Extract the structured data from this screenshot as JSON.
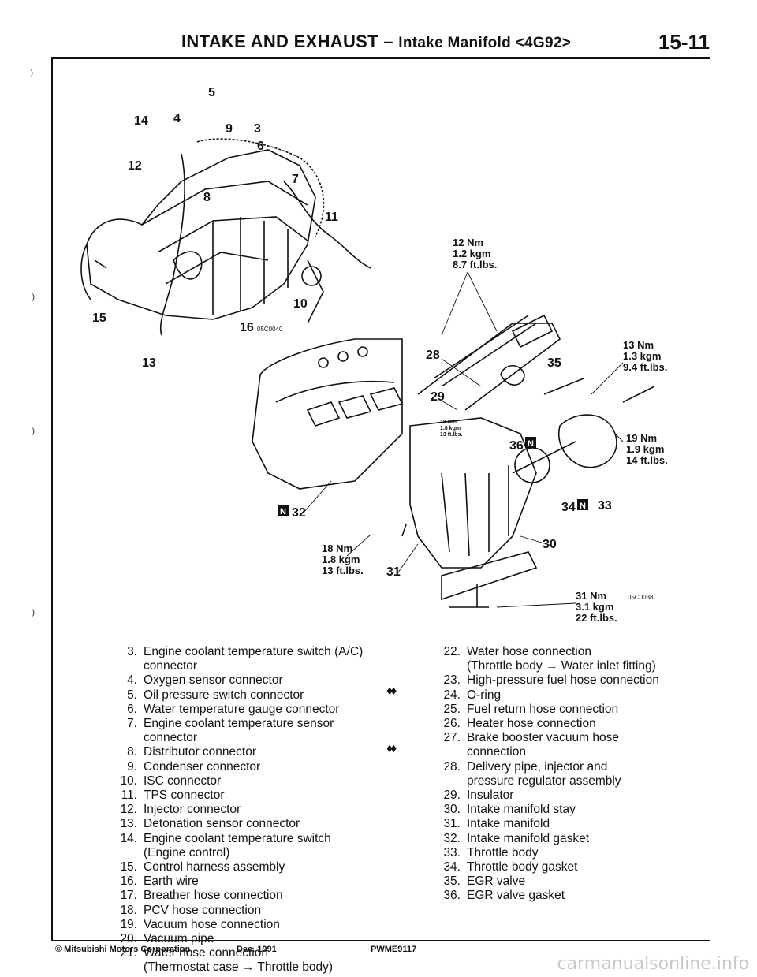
{
  "header": {
    "title": "INTAKE AND EXHAUST",
    "separator": "–",
    "subtitle": "Intake Manifold <4G92>",
    "page": "15-11"
  },
  "diagram": {
    "callouts_top": [
      "4",
      "5",
      "9",
      "3",
      "6",
      "14",
      "12",
      "8",
      "7",
      "11",
      "15",
      "10",
      "16",
      "13"
    ],
    "code_top": "05C0040",
    "callouts_bottom": [
      "28",
      "29",
      "35",
      "36",
      "34",
      "33",
      "32",
      "30",
      "31"
    ],
    "new_mark": "N",
    "torque": {
      "t12": [
        "12 Nm",
        "1.2 kgm",
        "8.7 ft.lbs."
      ],
      "t13": [
        "13 Nm",
        "1.3 kgm",
        "9.4 ft.lbs."
      ],
      "t19": [
        "19 Nm",
        "1.9 kgm",
        "14 ft.lbs."
      ],
      "t18a": [
        "18 Nm",
        "1.8 kgm",
        "13 ft.lbs."
      ],
      "t18b": [
        "18 Nm",
        "1.8 kgm",
        "13 ft.lbs."
      ],
      "t31": [
        "31 Nm",
        "3.1 kgm",
        "22 ft.lbs."
      ]
    },
    "code_bottom": "05C0038"
  },
  "parts_left": [
    {
      "num": "3.",
      "text": "Engine coolant temperature switch (A/C)\nconnector"
    },
    {
      "num": "4.",
      "text": "Oxygen sensor connector"
    },
    {
      "num": "5.",
      "text": "Oil pressure switch connector"
    },
    {
      "num": "6.",
      "text": "Water temperature gauge connector"
    },
    {
      "num": "7.",
      "text": "Engine coolant temperature sensor\nconnector"
    },
    {
      "num": "8.",
      "text": "Distributor connector"
    },
    {
      "num": "9.",
      "text": "Condenser connector"
    },
    {
      "num": "10.",
      "text": "ISC connector"
    },
    {
      "num": "11.",
      "text": "TPS connector"
    },
    {
      "num": "12.",
      "text": "Injector connector"
    },
    {
      "num": "13.",
      "text": "Detonation sensor connector"
    },
    {
      "num": "14.",
      "text": "Engine coolant temperature switch\n(Engine control)"
    },
    {
      "num": "15.",
      "text": "Control harness assembly"
    },
    {
      "num": "16.",
      "text": "Earth wire"
    },
    {
      "num": "17.",
      "text": "Breather hose connection"
    },
    {
      "num": "18.",
      "text": "PCV hose connection"
    },
    {
      "num": "19.",
      "text": "Vacuum hose connection"
    },
    {
      "num": "20.",
      "text": "Vacuum pipe"
    },
    {
      "num": "21.",
      "text": "Water hose connection\n(Thermostat case → Throttle body)"
    }
  ],
  "parts_right": [
    {
      "num": "22.",
      "text": "Water hose connection\n(Throttle body → Water inlet fitting)"
    },
    {
      "num": "23.",
      "text": "High-pressure fuel hose connection"
    },
    {
      "num": "24.",
      "text": "O-ring"
    },
    {
      "num": "25.",
      "text": "Fuel return hose connection"
    },
    {
      "num": "26.",
      "text": "Heater hose connection"
    },
    {
      "num": "27.",
      "text": "Brake booster vacuum hose\nconnection"
    },
    {
      "num": "28.",
      "text": "Delivery pipe, injector and\npressure regulator assembly"
    },
    {
      "num": "29.",
      "text": "Insulator"
    },
    {
      "num": "30.",
      "text": "Intake manifold stay"
    },
    {
      "num": "31.",
      "text": "Intake manifold"
    },
    {
      "num": "32.",
      "text": "Intake manifold gasket"
    },
    {
      "num": "33.",
      "text": "Throttle body"
    },
    {
      "num": "34.",
      "text": "Throttle body gasket"
    },
    {
      "num": "35.",
      "text": "EGR valve"
    },
    {
      "num": "36.",
      "text": "EGR valve gasket"
    }
  ],
  "marks": {
    "diamond": "♦♦"
  },
  "footer": {
    "copyright": "© Mitsubishi Motors Corporation",
    "date": "Dec. 1991",
    "code": "PWME9117"
  },
  "watermark": "carmanualsonline.info"
}
